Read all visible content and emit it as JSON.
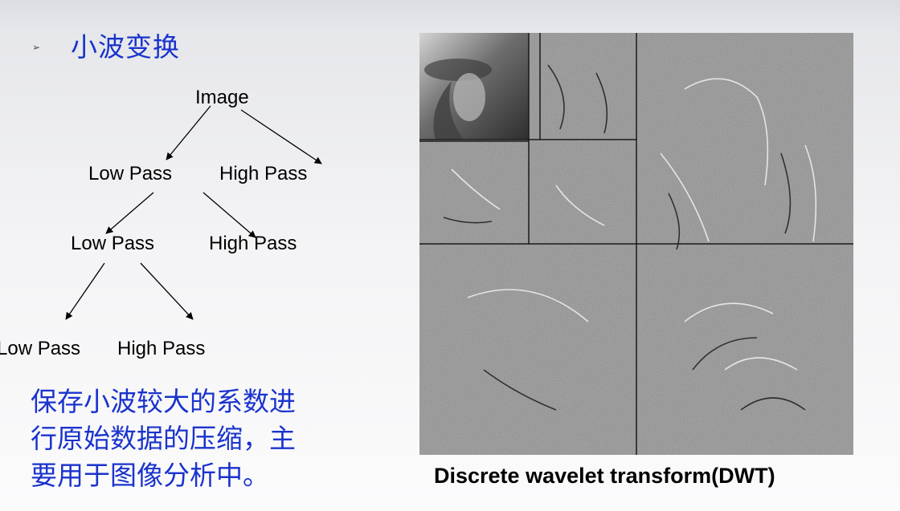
{
  "slide": {
    "bullet": "➢",
    "heading": "小波变换",
    "tree": {
      "root": "Image",
      "level1": {
        "low": "Low Pass",
        "high": "High Pass"
      },
      "level2": {
        "low": "Low Pass",
        "high": "High Pass"
      },
      "level3": {
        "low": "Low Pass",
        "high": "High Pass"
      }
    },
    "note_lines": [
      "保存小波较大的系数进",
      "行原始数据的压缩，主",
      "要用于图像分析中。"
    ],
    "caption": "Discrete wavelet transform(DWT)"
  },
  "colors": {
    "heading": "#1a33cc",
    "note": "#1a33cc",
    "text": "#000000"
  }
}
